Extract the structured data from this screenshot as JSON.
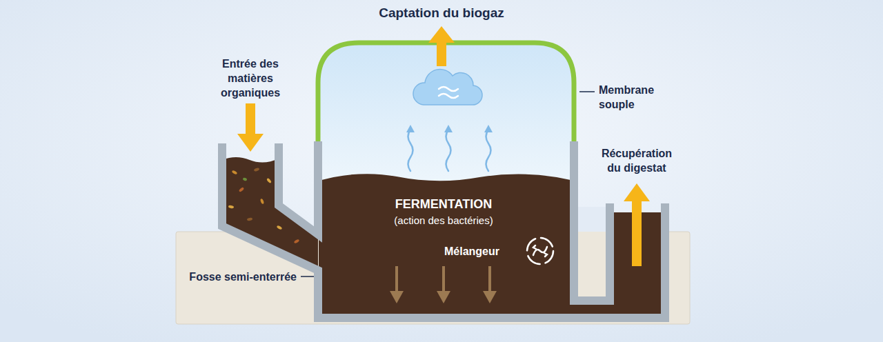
{
  "diagram": {
    "nodes": [
      {
        "text": [
          "FERMENTATION",
          "(action des bactéries)"
        ]
      }
    ],
    "labels": [
      "Captation du biogaz",
      "Entrée des matières organiques",
      "Membrane souple",
      "Récupération du digestat",
      "Mélangeur",
      "Fosse semi-enterrée"
    ]
  }
}
